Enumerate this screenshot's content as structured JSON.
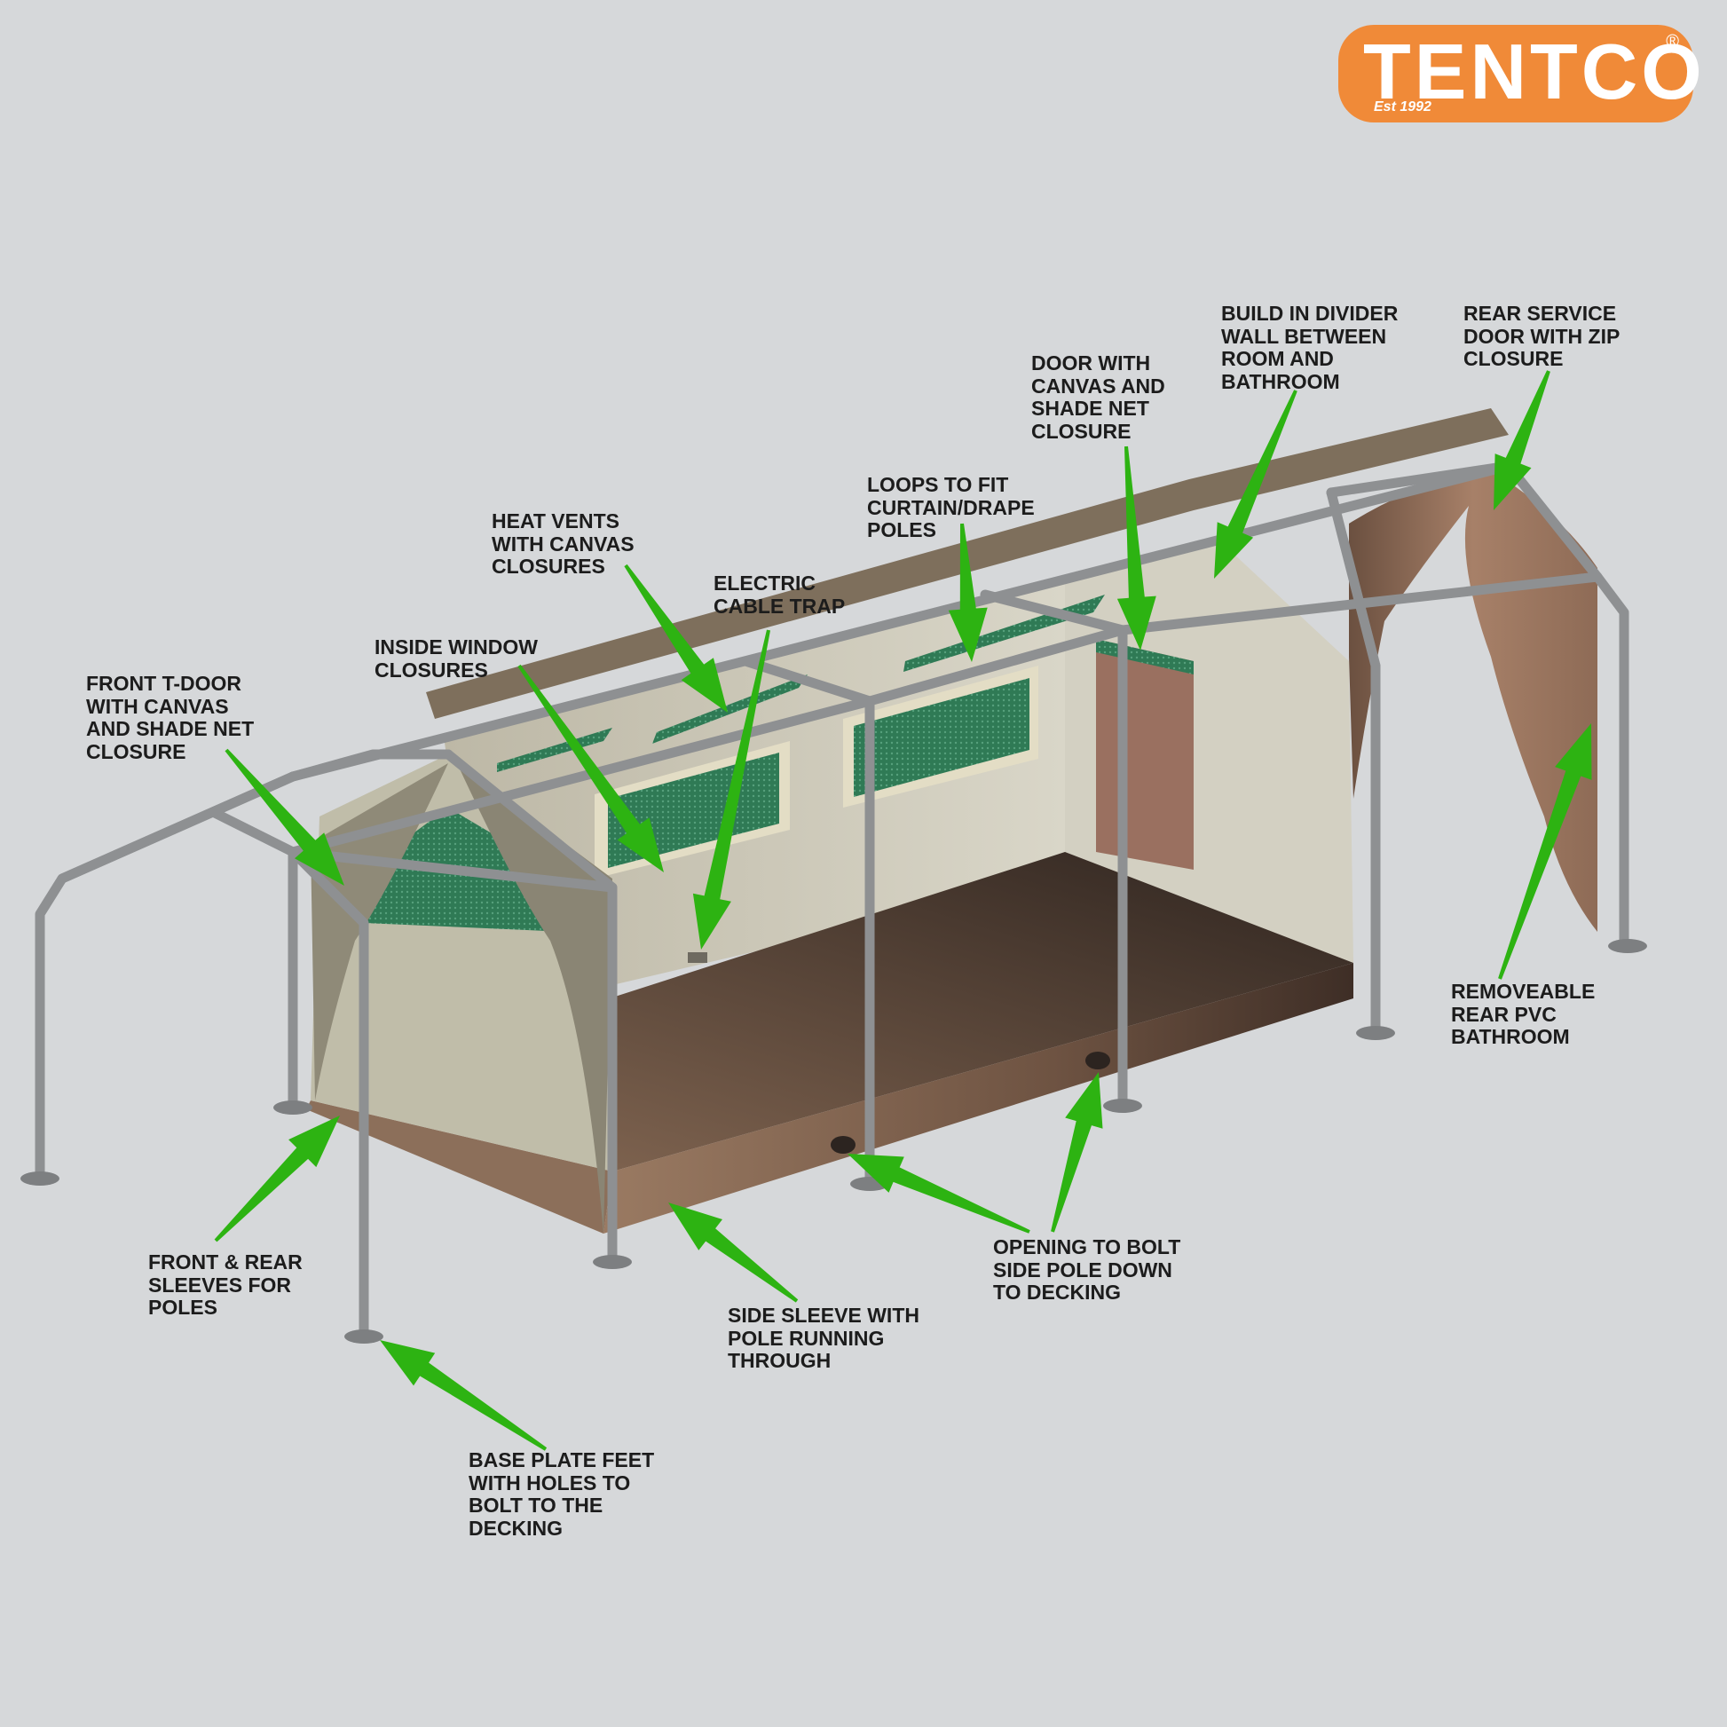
{
  "brand": {
    "name": "TENTCO",
    "registered": "®",
    "established": "Est 1992",
    "color": "#f08a38"
  },
  "colors": {
    "background": "#d6d8da",
    "arrow": "#2db312",
    "pole": "#8e9092",
    "canvas_light": "#c9c5b3",
    "canvas_brown": "#7a5d4a",
    "net": "#3c8a64"
  },
  "callouts": [
    {
      "id": "front-t-door",
      "text": "FRONT T-DOOR\nWITH CANVAS\nAND SHADE NET\nCLOSURE"
    },
    {
      "id": "inside-window",
      "text": "INSIDE WINDOW\nCLOSURES"
    },
    {
      "id": "heat-vents",
      "text": "HEAT VENTS\nWITH CANVAS\nCLOSURES"
    },
    {
      "id": "electric-cable",
      "text": "ELECTRIC\nCABLE TRAP"
    },
    {
      "id": "loops",
      "text": "LOOPS TO FIT\nCURTAIN/DRAPE\nPOLES"
    },
    {
      "id": "door-canvas",
      "text": "DOOR WITH\nCANVAS AND\nSHADE NET\nCLOSURE"
    },
    {
      "id": "divider-wall",
      "text": "BUILD IN DIVIDER\nWALL BETWEEN\nROOM AND\nBATHROOM"
    },
    {
      "id": "rear-service",
      "text": "REAR SERVICE\nDOOR WITH ZIP\nCLOSURE"
    },
    {
      "id": "rear-bathroom",
      "text": "REMOVEABLE\nREAR PVC\nBATHROOM"
    },
    {
      "id": "front-rear-sleeves",
      "text": "FRONT & REAR\nSLEEVES FOR\nPOLES"
    },
    {
      "id": "side-sleeve",
      "text": "SIDE SLEEVE WITH\nPOLE RUNNING\nTHROUGH"
    },
    {
      "id": "opening-bolt",
      "text": "OPENING TO BOLT\nSIDE POLE DOWN\nTO DECKING"
    },
    {
      "id": "base-plate",
      "text": "BASE PLATE FEET\nWITH HOLES TO\nBOLT TO THE\nDECKING"
    }
  ]
}
